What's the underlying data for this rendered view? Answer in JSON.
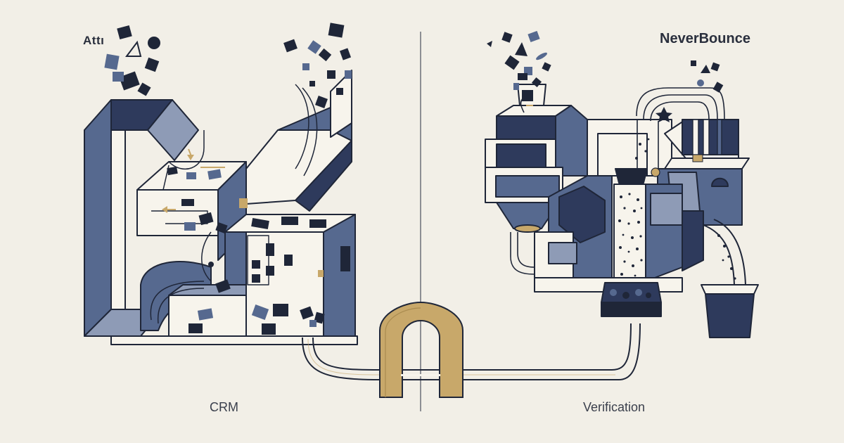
{
  "labels": {
    "left_brand": "Attı",
    "right_brand": "NeverBounce",
    "left_caption": "CRM",
    "right_caption": "Verification"
  },
  "colors": {
    "background": "#f2efe7",
    "ink": "#1f2638",
    "dark_navy": "#2e3a5c",
    "slate": "#56698f",
    "light_slate": "#8e9bb6",
    "gold": "#c8a86a",
    "light_face": "#f7f4ec"
  },
  "icons": [
    "document-fragment-icon",
    "flow-arrow-icon",
    "star-icon",
    "triangle-icon",
    "circle-icon"
  ]
}
